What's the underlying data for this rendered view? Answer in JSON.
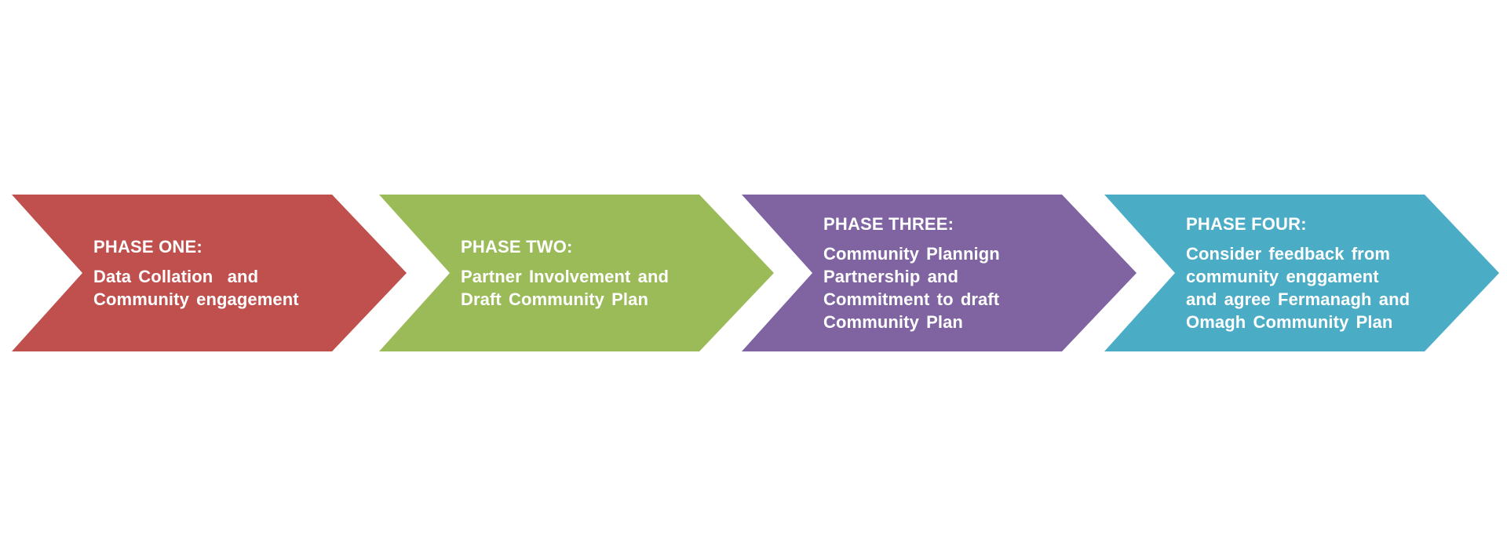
{
  "diagram": {
    "background_color": "#ffffff",
    "text_color": "#ffffff",
    "phases": [
      {
        "title": "PHASE ONE:",
        "color": "#c0504d",
        "lines": [
          "Data Collation  and",
          "Community engagement"
        ]
      },
      {
        "title": "PHASE TWO:",
        "color": "#9bbb59",
        "lines": [
          "Partner Involvement and",
          "Draft Community Plan"
        ]
      },
      {
        "title": "PHASE THREE:",
        "color": "#8064a2",
        "lines": [
          "Community Plannign",
          "Partnership and",
          "Commitment to draft",
          "Community Plan"
        ]
      },
      {
        "title": "PHASE FOUR:",
        "color": "#4bacc6",
        "lines": [
          "Consider feedback from",
          "community enggament",
          "and agree Fermanagh and",
          "Omagh Community Plan"
        ]
      }
    ]
  }
}
